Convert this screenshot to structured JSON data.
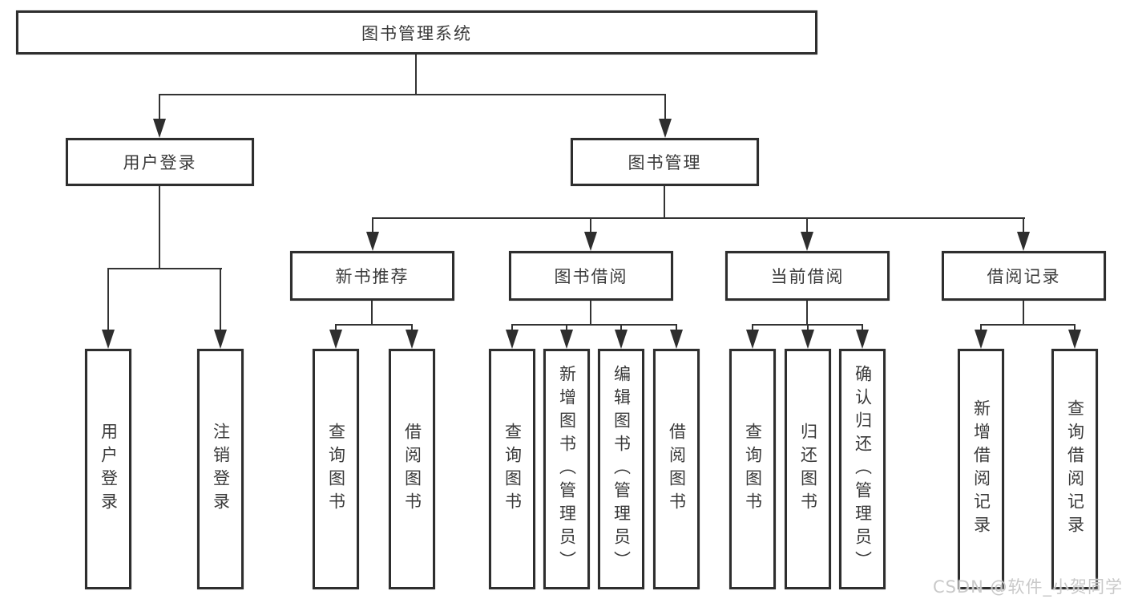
{
  "diagram": {
    "root": "图书管理系统",
    "children": [
      {
        "label": "用户登录",
        "children": [
          "用户登录",
          "注销登录"
        ]
      },
      {
        "label": "图书管理",
        "children": [
          {
            "label": "新书推荐",
            "children": [
              "查询图书",
              "借阅图书"
            ]
          },
          {
            "label": "图书借阅",
            "children": [
              "查询图书",
              "新增图书（管理员）",
              "编辑图书（管理员）",
              "借阅图书"
            ]
          },
          {
            "label": "当前借阅",
            "children": [
              "查询图书",
              "归还图书",
              "确认归还（管理员）"
            ]
          },
          {
            "label": "借阅记录",
            "children": [
              "新增借阅记录",
              "查询借阅记录"
            ]
          }
        ]
      }
    ]
  },
  "watermark": {
    "text": "CSDN @软件_小贺同学"
  },
  "colors": {
    "background": "#ffffff",
    "line": "#333333",
    "box_border": "#2e2e2e",
    "text": "#3a3a3a",
    "watermark": "#c9c9c9"
  }
}
